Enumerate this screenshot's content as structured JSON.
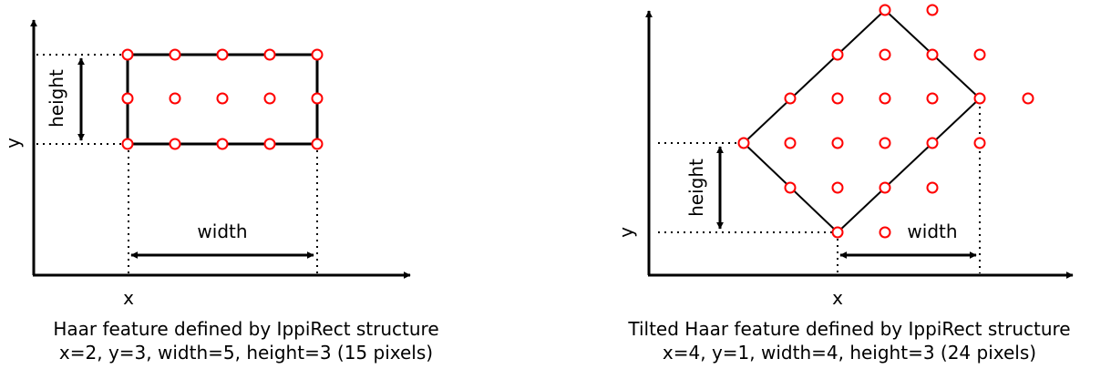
{
  "colors": {
    "line": "#000000",
    "point": "#ff0000"
  },
  "left_panel": {
    "axis_x": "x",
    "axis_y": "y",
    "height_label": "height",
    "width_label": "width",
    "caption_line1": "Haar feature defined by IppiRect structure",
    "caption_line2": "x=2, y=3, width=5, height=3 (15 pixels)"
  },
  "right_panel": {
    "axis_x": "x",
    "axis_y": "y",
    "height_label": "height",
    "width_label": "width",
    "caption_line1": "Tilted Haar feature defined by IppiRect structure",
    "caption_line2": "x=4, y=1, width=4, height=3 (24 pixels)"
  }
}
